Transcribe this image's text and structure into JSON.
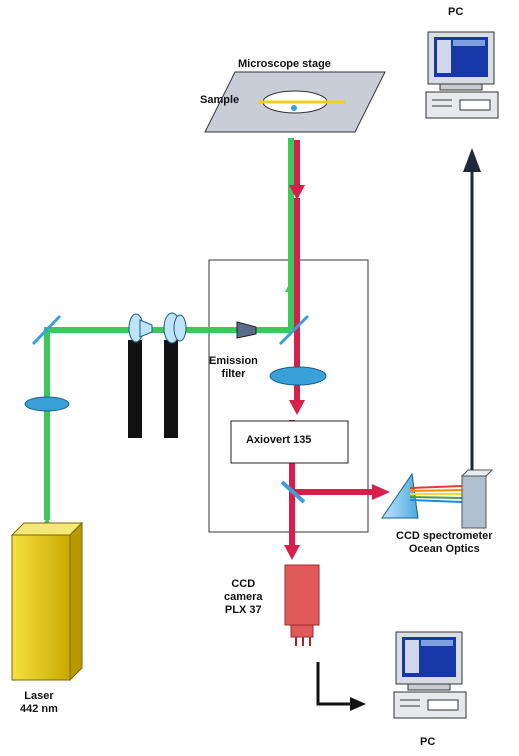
{
  "labels": {
    "pc_top": "PC",
    "pc_bottom": "PC",
    "microscope_stage": "Microscope stage",
    "sample": "Sample",
    "emission_filter_line1": "Emission",
    "emission_filter_line2": "filter",
    "axiovert": "Axiovert 135",
    "ccd_spectrometer_line1": "CCD spectrometer",
    "ccd_spectrometer_line2": "Ocean Optics",
    "ccd_camera_line1": "CCD",
    "ccd_camera_line2": "camera",
    "ccd_camera_line3": "PLX 37",
    "laser_line1": "Laser",
    "laser_line2": "442 nm"
  },
  "colors": {
    "excitation_beam": "#3cc85a",
    "emission_beam": "#d81f4b",
    "optic_blue": "#3aa0d8",
    "laser_yellow": "#f0d010",
    "camera_red": "#e05a5a",
    "stage_gray": "#c8cdd8"
  }
}
